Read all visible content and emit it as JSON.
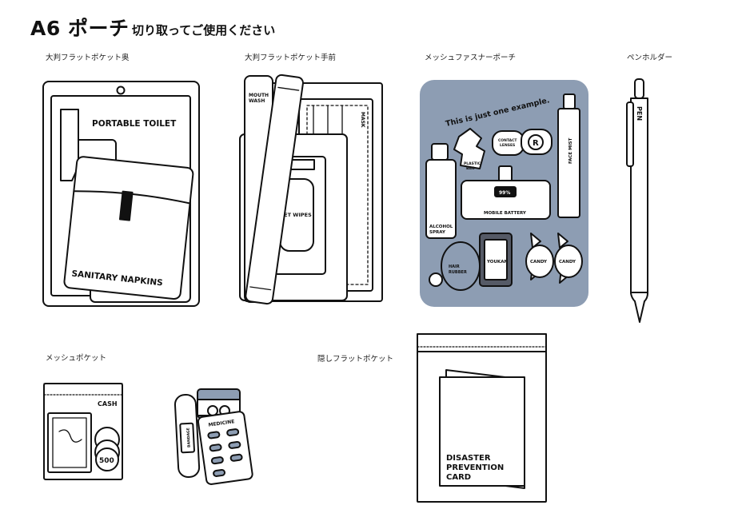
{
  "header": {
    "title": "A6 ポーチ",
    "subtitle": "切り取ってご使用ください"
  },
  "sections": {
    "flat_back": "大判フラットポケット奥",
    "flat_front": "大判フラットポケット手前",
    "mesh_fastener": "メッシュファスナーポーチ",
    "pen_holder": "ペンホルダー",
    "mesh_pocket": "メッシュポケット",
    "hidden_flat": "隠しフラットポケット"
  },
  "items": {
    "portable_toilet": "PORTABLE TOILET",
    "sanitary_napkins": "SANITARY NAPKINS",
    "mouth_wash": [
      "MOUTH",
      "WASH"
    ],
    "mask": "MASK",
    "wet_wipes": "WET WIPES",
    "example_note": "This is just one example.",
    "plastic_bag": [
      "PLASTIC",
      "BAG"
    ],
    "contact_lenses": [
      "CONTACT",
      "LENSES"
    ],
    "lens_mark": "R",
    "face_mist": "FACE MIST",
    "alcohol_spray": [
      "ALCOHOL",
      "SPRAY"
    ],
    "battery_percent": "99%",
    "mobile_battery": "MOBILE BATTERY",
    "hair_rubber": [
      "HAIR",
      "RUBBER"
    ],
    "youkan": "YOUKAN",
    "candy_1": "CANDY",
    "candy_2": "CANDY",
    "pen": "PEN",
    "cash": "CASH",
    "coin": "500",
    "bandage": "BANDAGE",
    "medicine": "MEDICINE",
    "disaster_card": [
      "DISASTER",
      "PREVENTION",
      "CARD"
    ]
  },
  "colors": {
    "mesh_bg": "#8d9db3",
    "ink": "#111111",
    "paper": "#ffffff",
    "dark_box": "#555a66"
  }
}
